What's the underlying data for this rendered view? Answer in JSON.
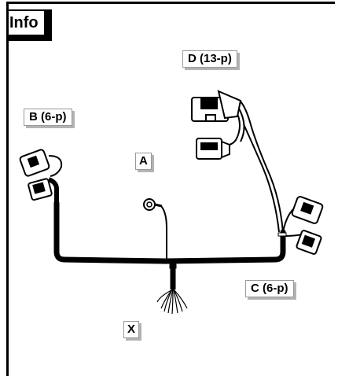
{
  "header": {
    "tab_label": "Info"
  },
  "labels": {
    "d": "D (13-p)",
    "b": "B (6-p)",
    "a": "A",
    "c": "C (6-p)",
    "x": "X"
  }
}
